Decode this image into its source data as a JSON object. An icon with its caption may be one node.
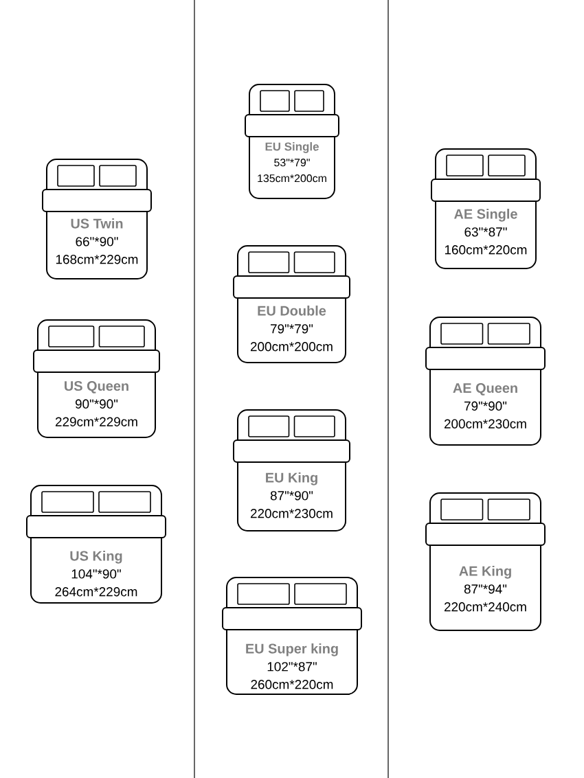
{
  "diagram": {
    "nodes": [
      {
        "text": [
          "US Twin",
          "66\"*90\"",
          "168cm*229cm"
        ]
      },
      {
        "text": [
          "US Queen",
          "90\"*90\"",
          "229cm*229cm"
        ]
      },
      {
        "text": [
          "US King",
          "104\"*90\"",
          "264cm*229cm"
        ]
      },
      {
        "text": [
          "EU Single",
          "53\"*79\"",
          "135cm*200cm"
        ]
      },
      {
        "text": [
          "EU Double",
          "79\"*79\"",
          "200cm*200cm"
        ]
      },
      {
        "text": [
          "EU King",
          "87\"*90\"",
          "220cm*230cm"
        ]
      },
      {
        "text": [
          "EU Super king",
          "102\"*87\"",
          "260cm*220cm"
        ]
      },
      {
        "text": [
          "AE Single",
          "63\"*87\"",
          "160cm*220cm"
        ]
      },
      {
        "text": [
          "AE Queen",
          "79\"*90\"",
          "200cm*230cm"
        ]
      },
      {
        "text": [
          "AE King",
          "87\"*94\"",
          "220cm*240cm"
        ]
      }
    ],
    "edges": []
  }
}
